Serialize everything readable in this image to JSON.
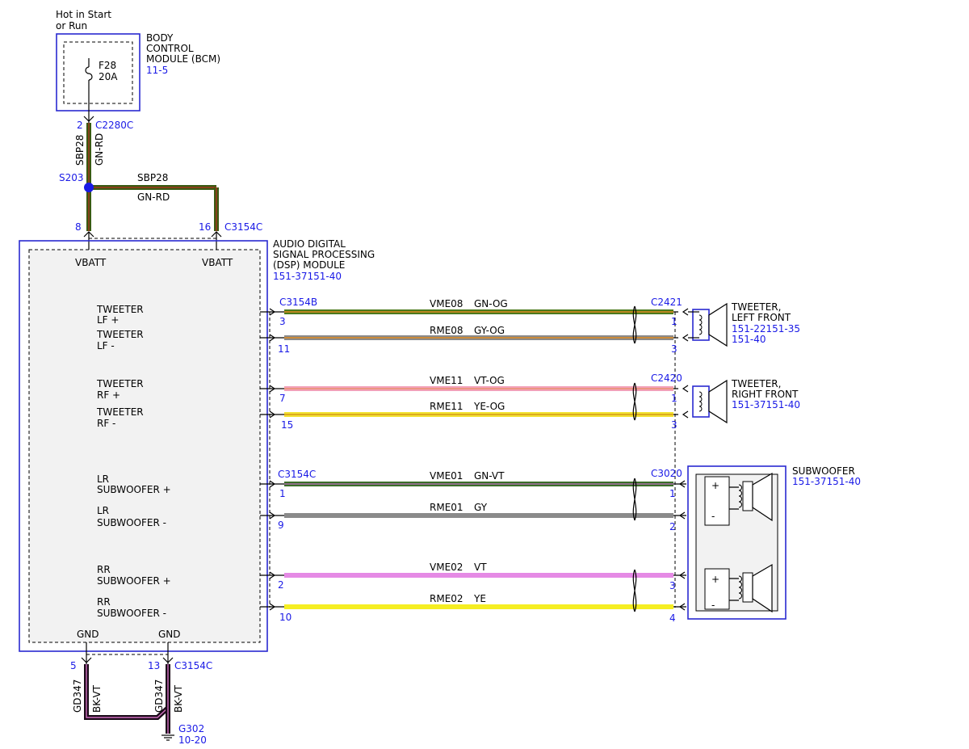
{
  "bcm": {
    "power_label_1": "Hot in Start",
    "power_label_2": "or Run",
    "name_1": "BODY",
    "name_2": "CONTROL",
    "name_3": "MODULE (BCM)",
    "ref": "11-5",
    "fuse_id": "F28",
    "fuse_rating": "20A",
    "pin": "2",
    "connector": "C2280C"
  },
  "feed": {
    "circuit": "SBP28",
    "color": "GN-RD",
    "splice": "S203",
    "pin_a": "8",
    "pin_b": "16",
    "connector": "C3154C",
    "vbatt_a": "VBATT",
    "vbatt_b": "VBATT"
  },
  "dsp": {
    "name_1": "AUDIO DIGITAL",
    "name_2": "SIGNAL PROCESSING",
    "name_3": "(DSP) MODULE",
    "ref": "151-37151-40",
    "labels": {
      "lf_plus_1": "TWEETER",
      "lf_plus_2": "LF +",
      "lf_minus_1": "TWEETER",
      "lf_minus_2": "LF -",
      "rf_plus_1": "TWEETER",
      "rf_plus_2": "RF +",
      "rf_minus_1": "TWEETER",
      "rf_minus_2": "RF -",
      "lr_plus_1": "LR",
      "lr_plus_2": "SUBWOOFER +",
      "lr_minus_1": "LR",
      "lr_minus_2": "SUBWOOFER -",
      "rr_plus_1": "RR",
      "rr_plus_2": "SUBWOOFER +",
      "rr_minus_1": "RR",
      "rr_minus_2": "SUBWOOFER -"
    },
    "gnd_a": "GND",
    "gnd_b": "GND"
  },
  "wires": [
    {
      "circuit": "VME08",
      "color": "GN-OG",
      "dsp_pin": "3",
      "dev_pin": "1",
      "dsp_conn": "C3154B",
      "dev_conn": "C2421"
    },
    {
      "circuit": "RME08",
      "color": "GY-OG",
      "dsp_pin": "11",
      "dev_pin": "3"
    },
    {
      "circuit": "VME11",
      "color": "VT-OG",
      "dsp_pin": "7",
      "dev_pin": "1",
      "dev_conn": "C2420"
    },
    {
      "circuit": "RME11",
      "color": "YE-OG",
      "dsp_pin": "15",
      "dev_pin": "3"
    },
    {
      "circuit": "VME01",
      "color": "GN-VT",
      "dsp_pin": "1",
      "dev_pin": "1",
      "dsp_conn": "C3154C",
      "dev_conn": "C3020"
    },
    {
      "circuit": "RME01",
      "color": "GY",
      "dsp_pin": "9",
      "dev_pin": "2"
    },
    {
      "circuit": "VME02",
      "color": "VT",
      "dsp_pin": "2",
      "dev_pin": "3"
    },
    {
      "circuit": "RME02",
      "color": "YE",
      "dsp_pin": "10",
      "dev_pin": "4"
    }
  ],
  "tweeter_lf": {
    "name_1": "TWEETER,",
    "name_2": "LEFT FRONT",
    "ref_1": "151-22151-35",
    "ref_2": "151-40"
  },
  "tweeter_rf": {
    "name_1": "TWEETER,",
    "name_2": "RIGHT FRONT",
    "ref": "151-37151-40"
  },
  "subwoofer": {
    "name": "SUBWOOFER",
    "ref": "151-37151-40",
    "plus": "+",
    "minus": "-"
  },
  "ground": {
    "pin_a": "5",
    "pin_b": "13",
    "connector": "C3154C",
    "circuit": "GD347",
    "color": "BK-VT",
    "point": "G302",
    "ref": "10-20"
  },
  "colors": {
    "outline_blue": "#2a2ad0",
    "label_blue": "#1a1ae6",
    "gn_rd": "#3a5a12",
    "gn_og": "#4b7a1c",
    "gy_og": "#a08a6a",
    "vt_og": "#f2a0b8",
    "ye_og": "#f2e232",
    "gn_vt": "#3b6e2a",
    "gy": "#8a8a8a",
    "vt": "#e58ae5",
    "ye": "#f5ee22",
    "bk_vt": "#6a1a4a"
  }
}
